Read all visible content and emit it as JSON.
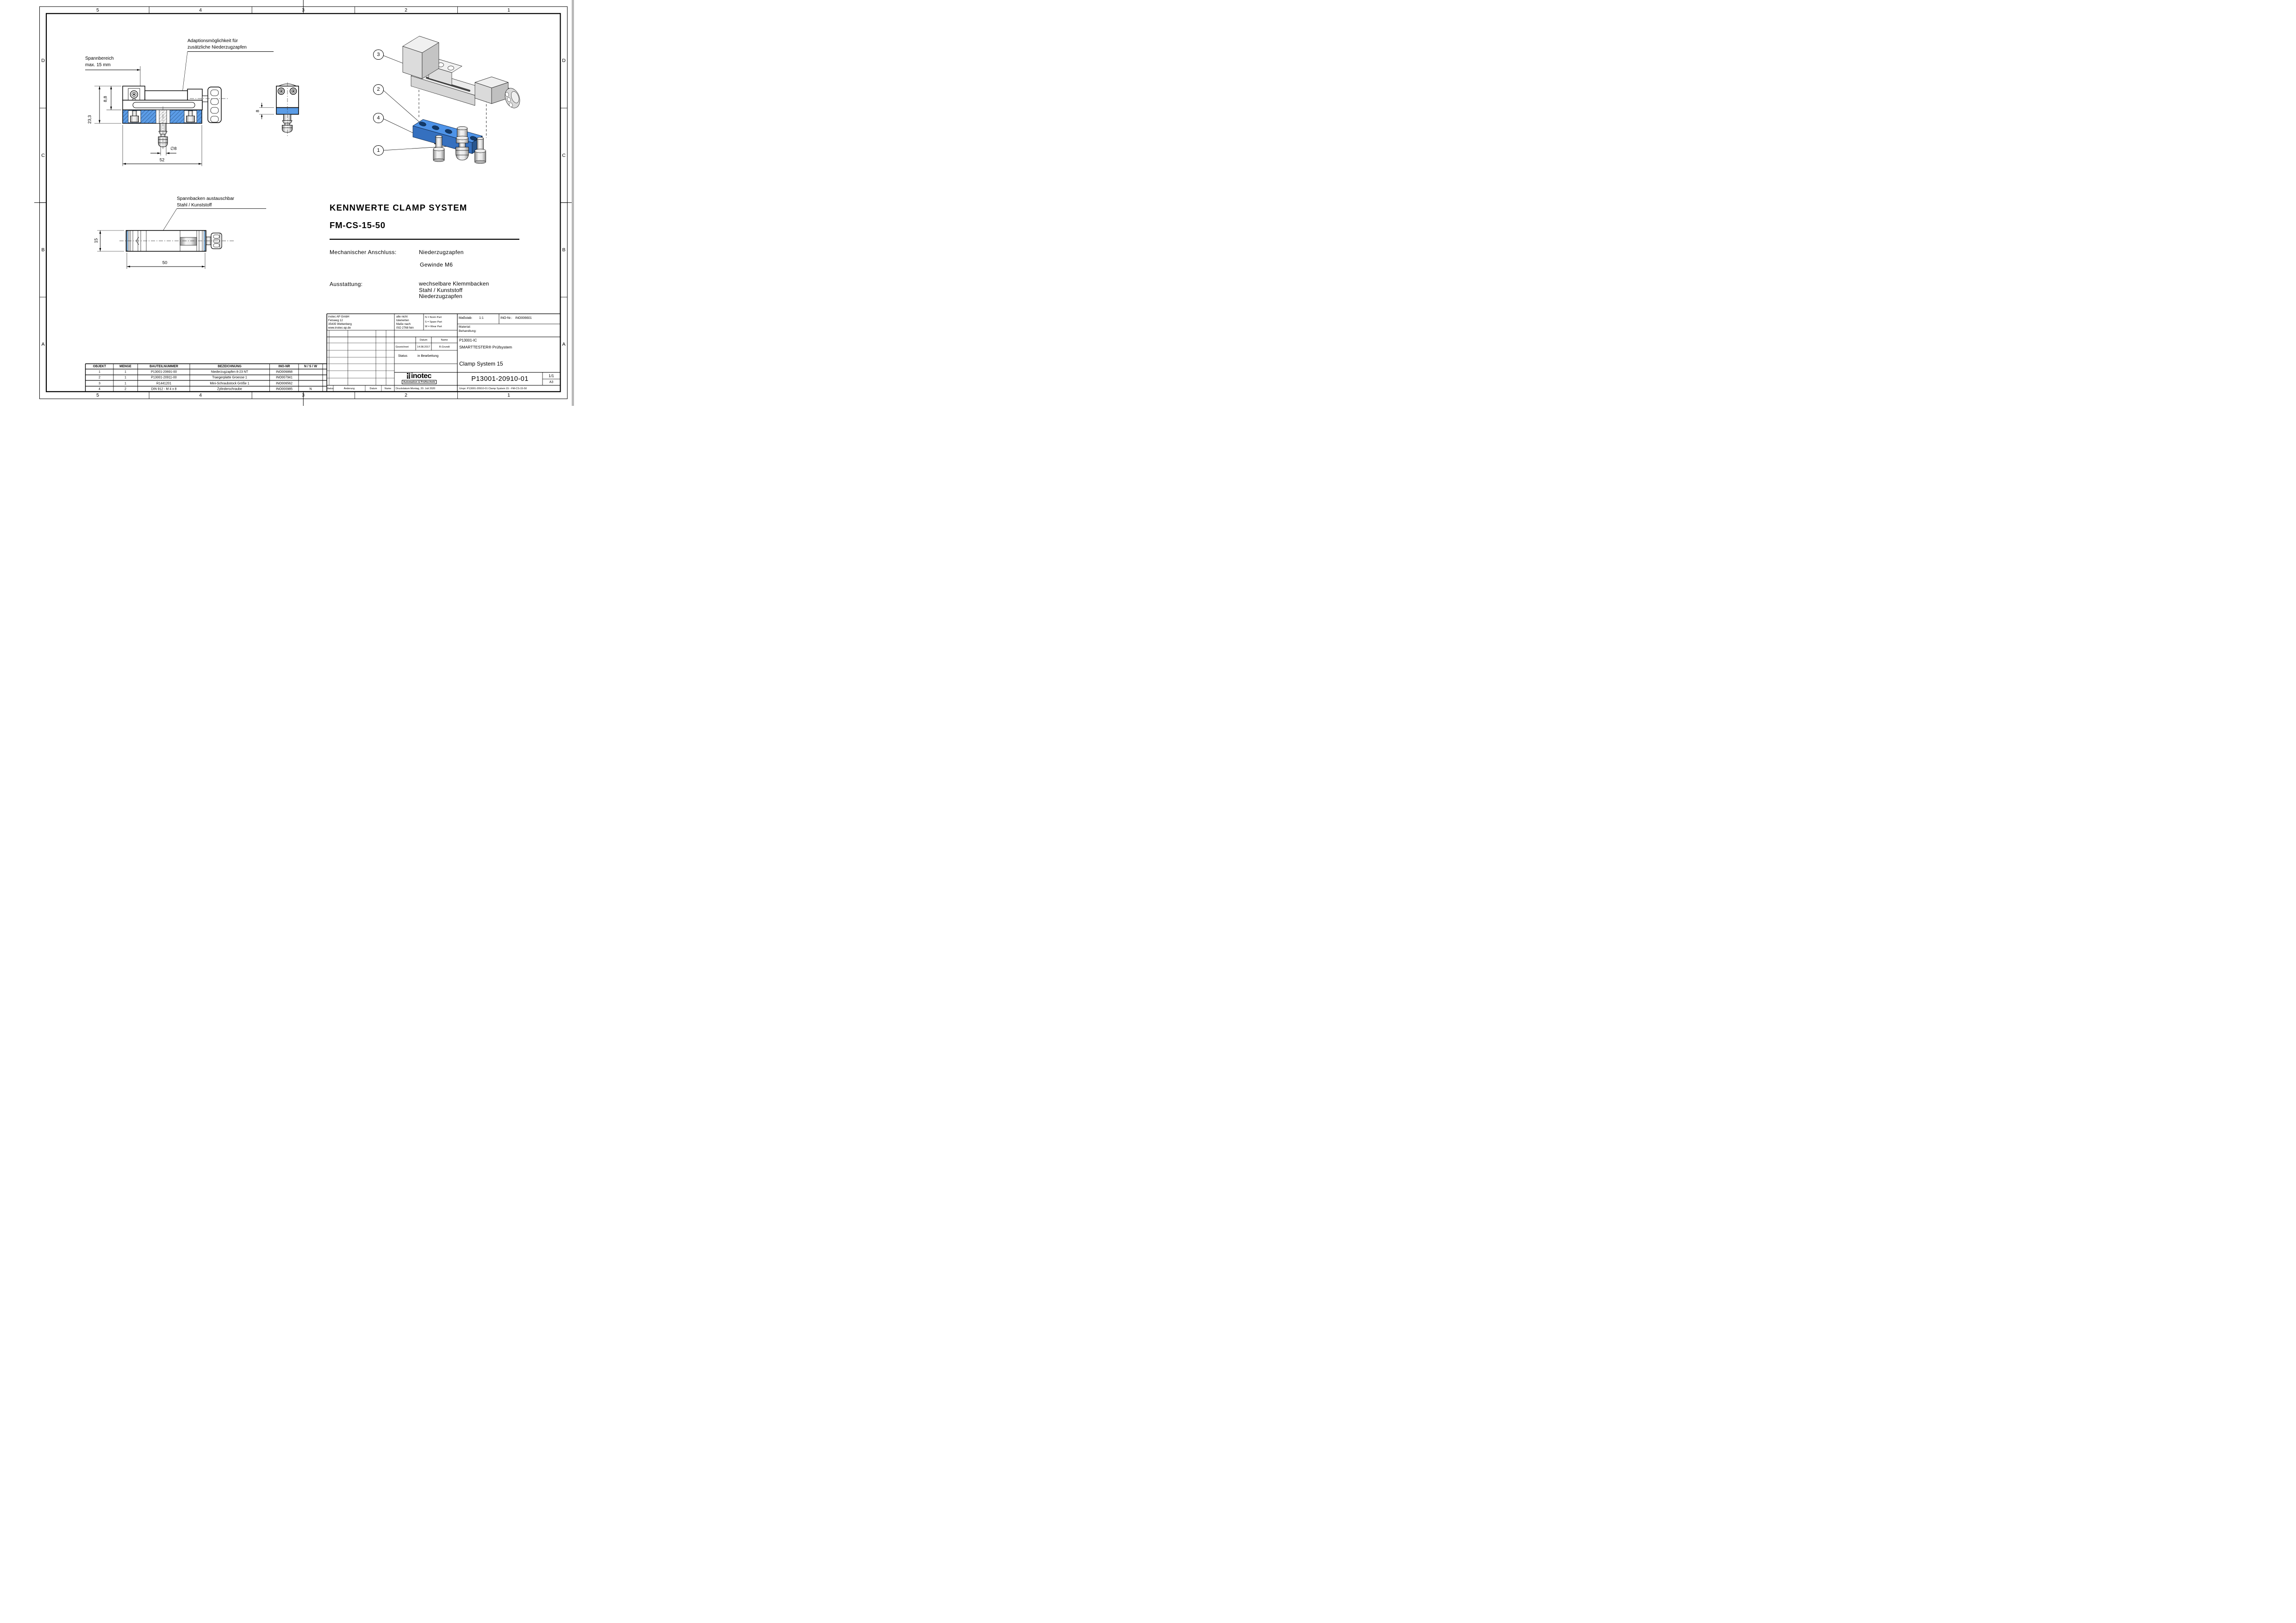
{
  "sheet": {
    "zone_columns": [
      "5",
      "4",
      "3",
      "2",
      "1"
    ],
    "zone_rows": [
      "D",
      "C",
      "B",
      "A"
    ]
  },
  "views": {
    "front": {
      "spannbereich_line1": "Spannbereich",
      "spannbereich_line2": "max. 15 mm",
      "adaption_line1": "Adaptionsmöglichkeit für",
      "adaption_line2": "zusätzliche Niederzugzapfen",
      "dim_total_height": "23,3",
      "dim_jaw_height": "8,8",
      "dim_stud_diameter": "∅8",
      "dim_width": "52"
    },
    "middle": {
      "dim_plate_height": "8"
    },
    "side": {
      "jaws_line1": "Spannbacken austauschbar",
      "jaws_line2": "Stahl / Kunststoff",
      "dim_height": "15",
      "dim_length": "50"
    },
    "exploded": {
      "balloons": [
        "1",
        "2",
        "3",
        "4"
      ]
    }
  },
  "kennwerte": {
    "title": "KENNWERTE CLAMP SYSTEM",
    "subtitle": "FM-CS-15-50",
    "spec1_label": "Mechanischer Anschluss:",
    "spec1_value1": "Niederzugzapfen",
    "spec1_value2": "Gewinde M6",
    "spec2_label": "Ausstattung:",
    "spec2_value1": "wechselbare Klemmbacken",
    "spec2_value2": "Stahl / Kunststoff",
    "spec2_value3": "Niederzugzapfen"
  },
  "parts_table": {
    "headers": [
      "OBJEKT",
      "MENGE",
      "BAUTEILNUMMER",
      "BEZEICHNUNG",
      "INO-NR",
      "N / S / W"
    ],
    "rows": [
      {
        "objekt": "1",
        "menge": "1",
        "bauteilnummer": "P13001-20691-00",
        "bezeichnung": "Niederzugzapfen 8-23 NT",
        "ino": "INO006868",
        "nsw": ""
      },
      {
        "objekt": "2",
        "menge": "1",
        "bauteilnummer": "P13001-20911-00",
        "bezeichnung": "Traegerplatte Groesse 1",
        "ino": "INO007941",
        "nsw": ""
      },
      {
        "objekt": "3",
        "menge": "1",
        "bauteilnummer": "R1441201",
        "bezeichnung": "Mini-Schraubstock Größe 1",
        "ino": "INO006562",
        "nsw": ""
      },
      {
        "objekt": "4",
        "menge": "2",
        "bauteilnummer": "DIN 912 - M 4 x 8",
        "bezeichnung": "Zylinderschraube",
        "ino": "INO000985",
        "nsw": "N"
      }
    ]
  },
  "title_block": {
    "company_line1": "inotec AP GmbH",
    "company_line2": "Felsweg 12",
    "company_line3": "35435 Wettenberg",
    "company_line4": "www.inotec-ap.de",
    "tol_line1": "alle nicht",
    "tol_line2": "tolerierten",
    "tol_line3": "Maße nach",
    "tol_line4": "ISO 2768 fein",
    "legend_line1": "N = Norm Part",
    "legend_line2": "S = Spare Part",
    "legend_line3": "W = Wear Part",
    "masstab_label": "Maßstab:",
    "masstab_value": "1:1",
    "ino_nr_label": "INO-Nr.:",
    "ino_nr_value": "INO006601",
    "material_label": "Material:",
    "behandlung_label": "Behandlung:",
    "project": "P13001-IC",
    "system": "SMARTTESTER® Prüfsystem",
    "drawing_title": "Clamp System 15",
    "datum_header": "Datum",
    "name_header": "Name",
    "gezeichnet_label": "Gezeichnet",
    "gezeichnet_datum": "14.08.2017",
    "gezeichnet_name": "R.Grundt",
    "status_label": "Status",
    "status_value": "in Bearbeitung",
    "logo_text": "inotec",
    "logo_sub": "Automation & Prüftechnik",
    "drawing_number": "P13001-20910-01",
    "sheet_info": "1/1",
    "format": "A3",
    "bottom_status": "Status",
    "bottom_aenderung": "Änderung",
    "bottom_datum": "Datum",
    "bottom_name": "Name",
    "druckdatum": "Druckdatum:Montag, 20. Juli 2020",
    "urspr": "Urspr: P13001-20910-01 Clamp System 15 - FM-CS-15-50"
  }
}
